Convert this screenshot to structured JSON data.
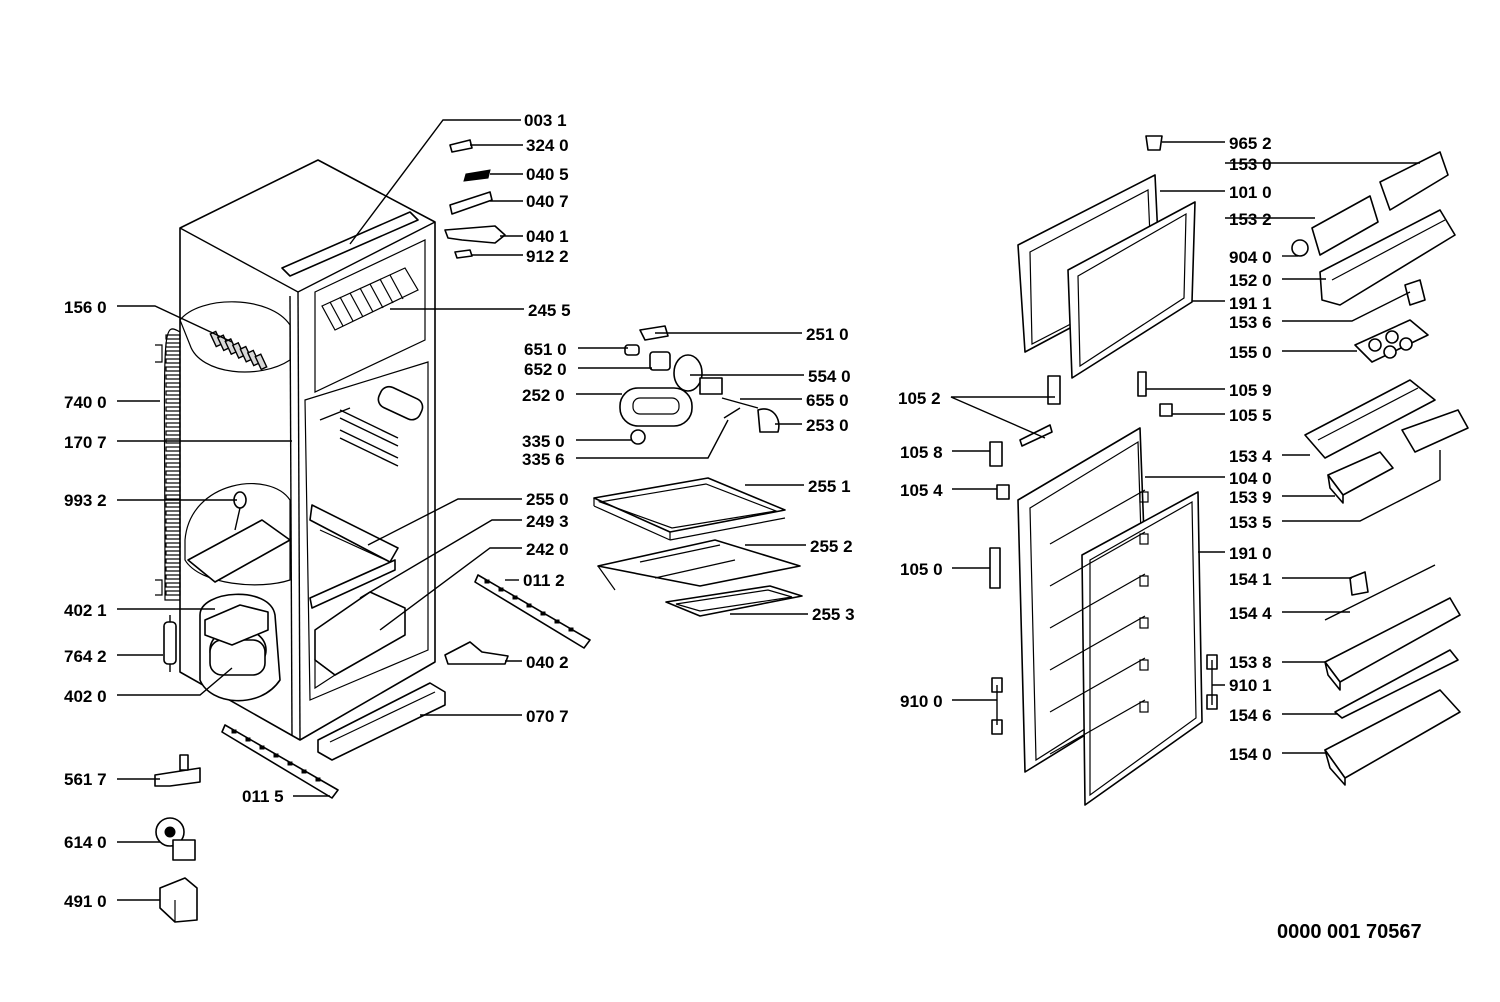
{
  "labels": [
    {
      "id": "003-1",
      "text": "003 1"
    },
    {
      "id": "324-0",
      "text": "324 0"
    },
    {
      "id": "040-5",
      "text": "040 5"
    },
    {
      "id": "040-7",
      "text": "040 7"
    },
    {
      "id": "040-1",
      "text": "040 1"
    },
    {
      "id": "912-2",
      "text": "912 2"
    },
    {
      "id": "245-5",
      "text": "245 5"
    },
    {
      "id": "156-0",
      "text": "156 0"
    },
    {
      "id": "740-0",
      "text": "740 0"
    },
    {
      "id": "170-7",
      "text": "170 7"
    },
    {
      "id": "993-2",
      "text": "993 2"
    },
    {
      "id": "255-0",
      "text": "255 0"
    },
    {
      "id": "249-3",
      "text": "249 3"
    },
    {
      "id": "242-0",
      "text": "242 0"
    },
    {
      "id": "011-2",
      "text": "011 2"
    },
    {
      "id": "402-1",
      "text": "402 1"
    },
    {
      "id": "764-2",
      "text": "764 2"
    },
    {
      "id": "402-0",
      "text": "402 0"
    },
    {
      "id": "040-2",
      "text": "040 2"
    },
    {
      "id": "070-7",
      "text": "070 7"
    },
    {
      "id": "561-7",
      "text": "561 7"
    },
    {
      "id": "011-5",
      "text": "011 5"
    },
    {
      "id": "614-0",
      "text": "614 0"
    },
    {
      "id": "491-0",
      "text": "491 0"
    },
    {
      "id": "251-0",
      "text": "251 0"
    },
    {
      "id": "651-0",
      "text": "651 0"
    },
    {
      "id": "652-0",
      "text": "652 0"
    },
    {
      "id": "554-0",
      "text": "554 0"
    },
    {
      "id": "252-0",
      "text": "252 0"
    },
    {
      "id": "655-0",
      "text": "655 0"
    },
    {
      "id": "253-0",
      "text": "253 0"
    },
    {
      "id": "335-0",
      "text": "335 0"
    },
    {
      "id": "335-6",
      "text": "335 6"
    },
    {
      "id": "255-1",
      "text": "255 1"
    },
    {
      "id": "255-2",
      "text": "255 2"
    },
    {
      "id": "255-3",
      "text": "255 3"
    },
    {
      "id": "965-2",
      "text": "965 2"
    },
    {
      "id": "153-0",
      "text": "153 0"
    },
    {
      "id": "101-0",
      "text": "101 0"
    },
    {
      "id": "153-2",
      "text": "153 2"
    },
    {
      "id": "904-0",
      "text": "904 0"
    },
    {
      "id": "152-0",
      "text": "152 0"
    },
    {
      "id": "191-1",
      "text": "191 1"
    },
    {
      "id": "153-6",
      "text": "153 6"
    },
    {
      "id": "155-0",
      "text": "155 0"
    },
    {
      "id": "105-2",
      "text": "105 2"
    },
    {
      "id": "105-9",
      "text": "105 9"
    },
    {
      "id": "105-5",
      "text": "105 5"
    },
    {
      "id": "105-8",
      "text": "105 8"
    },
    {
      "id": "153-4",
      "text": "153 4"
    },
    {
      "id": "104-0",
      "text": "104 0"
    },
    {
      "id": "105-4",
      "text": "105 4"
    },
    {
      "id": "153-9",
      "text": "153 9"
    },
    {
      "id": "153-5",
      "text": "153 5"
    },
    {
      "id": "191-0",
      "text": "191 0"
    },
    {
      "id": "105-0",
      "text": "105 0"
    },
    {
      "id": "154-1",
      "text": "154 1"
    },
    {
      "id": "154-4",
      "text": "154 4"
    },
    {
      "id": "153-8",
      "text": "153 8"
    },
    {
      "id": "910-1",
      "text": "910 1"
    },
    {
      "id": "910-0",
      "text": "910 0"
    },
    {
      "id": "154-6",
      "text": "154 6"
    },
    {
      "id": "154-0",
      "text": "154 0"
    }
  ],
  "document_code": "0000  001 70567"
}
